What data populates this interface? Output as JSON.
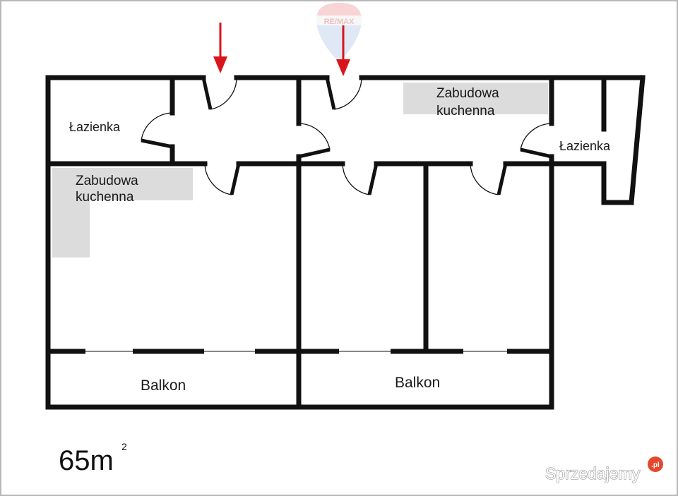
{
  "brand": {
    "logo_text": "RE/MAX",
    "watermark": "Sprzedajemy",
    "watermark_badge": ".pl"
  },
  "rooms": {
    "bath_left": "Łazienka",
    "bath_right": "Łazienka",
    "kitchen_left_line1": "Zabudowa",
    "kitchen_left_line2": "kuchenna",
    "kitchen_right_line1": "Zabudowa",
    "kitchen_right_line2": "kuchenna",
    "balcony_left": "Balkon",
    "balcony_right": "Balkon"
  },
  "area": {
    "value": "65m",
    "superscript": "2"
  },
  "colors": {
    "wall": "#111111",
    "kitchen_fill": "#dcdcdc",
    "arrow": "#d9141b",
    "frame": "#b8b8b8"
  }
}
